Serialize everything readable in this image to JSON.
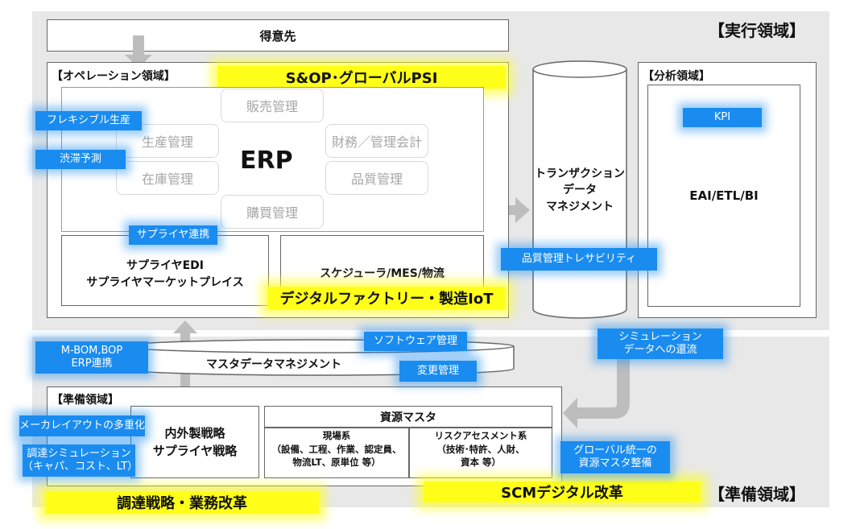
{
  "regions": {
    "execution": "【実行領域】",
    "preparation": "【準備領域】"
  },
  "customer": "得意先",
  "operation": {
    "label": "【オペレーション領域】",
    "sop": "S&OP･グローバルPSI",
    "erp": {
      "title": "ERP",
      "modules": [
        "販売管理",
        "生産管理",
        "在庫管理",
        "財務／管理会計",
        "品質管理",
        "購買管理"
      ]
    },
    "supplier_box": [
      "サプライヤEDI",
      "サプライヤマーケットプレイス"
    ],
    "scheduler_box": "スケジューラ/MES/物流",
    "factory": "デジタルファクトリー・製造IoT"
  },
  "transaction": [
    "トランザクション",
    "データ",
    "マネジメント"
  ],
  "analysis": {
    "label": "【分析領域】",
    "kpi": "KPI",
    "eai": "EAI/ETL/BI"
  },
  "master_data": "マスタデータマネジメント",
  "preparation": {
    "label": "【準備領域】",
    "strategy": [
      "内外製戦略",
      "サプライヤ戦略"
    ],
    "resource_master": "資源マスタ",
    "genba": [
      "現場系",
      "（設備、工程、作業、認定員、",
      "物流LT、原単位 等）"
    ],
    "risk": [
      "リスクアセスメント系",
      "（技術･特許、人財、",
      "資本 等）"
    ],
    "procurement_reform": "調達戦略・業務改革",
    "scm_reform": "SCMデジタル改革"
  },
  "tags": {
    "flexible": "フレキシブル生産",
    "congestion": "渋滞予測",
    "supplier_link": "サプライヤ連携",
    "quality_trace": "品質管理トレサビリティ",
    "software": "ソフトウェア管理",
    "change": "変更管理",
    "mbom": [
      "M-BOM,BOP",
      "ERP連携"
    ],
    "simulation": [
      "シミュレーション",
      "データへの還流"
    ],
    "layout": "メーカレイアウトの多重化",
    "proc_sim": [
      "調達シミュレーション",
      "（キャパ、コスト、LT）"
    ],
    "global_master": [
      "グローバル統一の",
      "資源マスタ整備"
    ]
  },
  "colors": {
    "tag_blue": "#1a8cf0",
    "highlight_yellow": "#ffff1a",
    "band_gray": "#e8e8e8"
  }
}
